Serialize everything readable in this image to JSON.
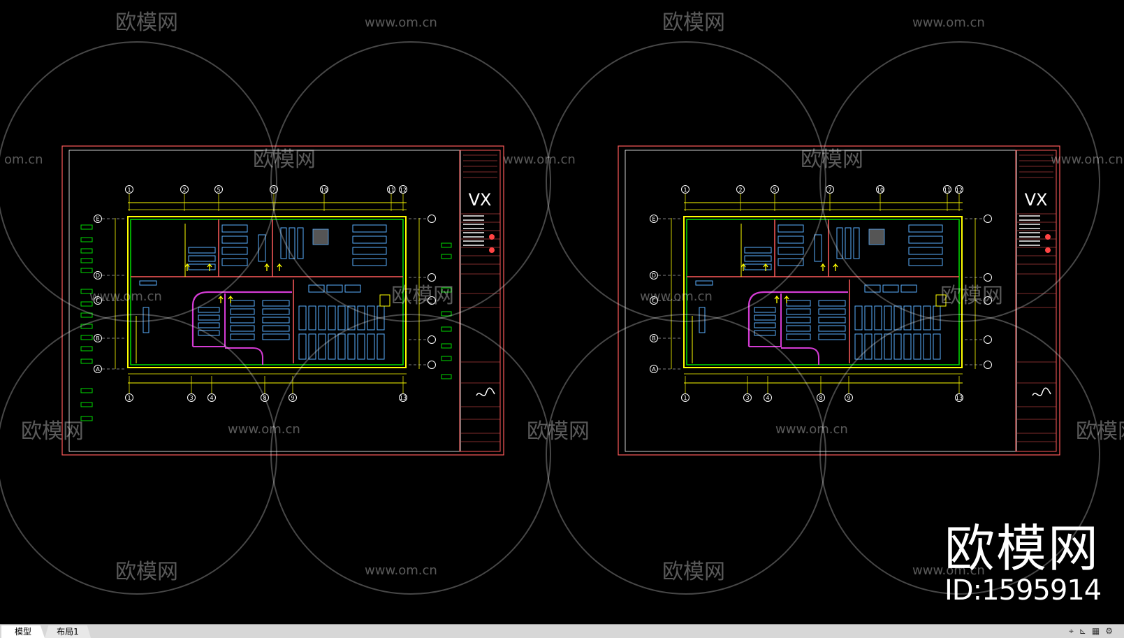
{
  "watermarks": {
    "brand": "欧模网",
    "site": "www.om.cn",
    "site_partial": "om.cn",
    "big_logo": "欧模网",
    "id_label": "ID:1595914"
  },
  "tabs": [
    {
      "label": "模型",
      "active": true
    },
    {
      "label": "布局1",
      "active": false
    }
  ],
  "sheet": {
    "grid_top": [
      "1",
      "2",
      "5",
      "7",
      "10",
      "11",
      "12"
    ],
    "grid_bottom": [
      "1",
      "3",
      "4",
      "8",
      "9",
      "13"
    ],
    "grid_left": [
      "E",
      "D",
      "C",
      "B",
      "A"
    ],
    "logo_text": "VX"
  },
  "colors": {
    "background": "#000000",
    "border_red": "#ff5a5a",
    "wall_yellow": "#ffff00",
    "room_green": "#00dd00",
    "furniture_cyan": "#5ab0ff",
    "wall_magenta": "#d43bd4",
    "white": "#ffffff"
  }
}
